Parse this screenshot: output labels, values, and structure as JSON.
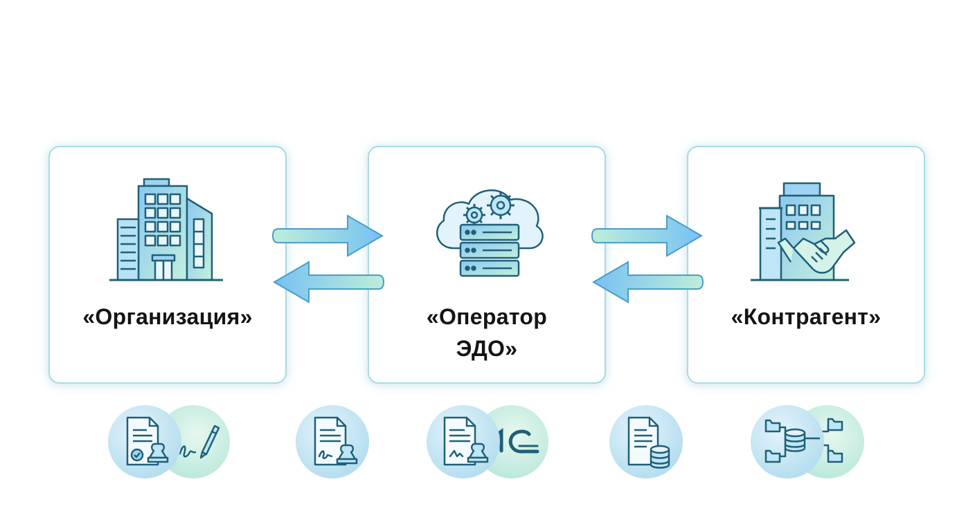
{
  "nodes": [
    {
      "label": "«Организация»",
      "icon": "office-building-icon"
    },
    {
      "label": "«Оператор ЭДО»",
      "icon": "cloud-server-icon"
    },
    {
      "label": "«Контрагент»",
      "icon": "building-handshake-icon"
    }
  ],
  "badges": [
    {
      "icons": [
        "signed-document-icon",
        "signature-pen-icon"
      ]
    },
    {
      "icons": [
        "stamped-document-icon"
      ]
    },
    {
      "icons": [
        "signed-stamped-document-icon",
        "1c-logo-icon"
      ],
      "logo_text": "1С"
    },
    {
      "icons": [
        "document-database-icon"
      ]
    },
    {
      "icons": [
        "database-folders-network-icon"
      ]
    }
  ],
  "colors": {
    "border": "#a9dbe0",
    "icon_stroke": "#1f5f78",
    "icon_fill_blue": "#8cc8f0",
    "icon_fill_green": "#b5ecd8",
    "arrow_blue": "#7cc4f3",
    "arrow_green": "#b7ecd9",
    "label": "#141414"
  }
}
